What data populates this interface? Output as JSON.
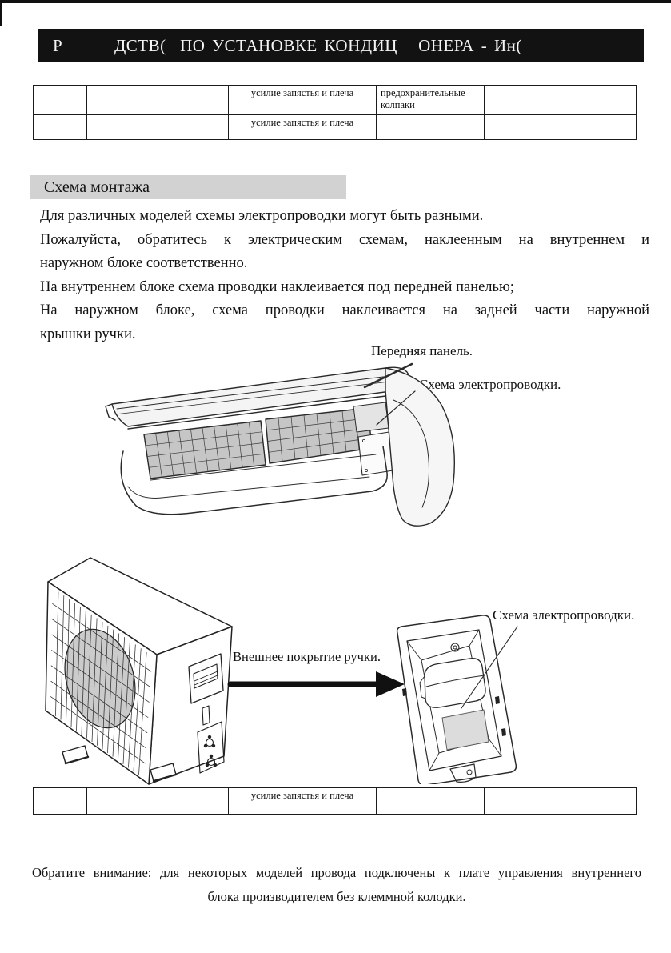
{
  "colors": {
    "header_bg": "#121212",
    "header_text": "#f4f4f4",
    "section_bg": "#d2d2d2",
    "sticker_gray": "#dcdcdc",
    "fan_gray": "#cbcbcb",
    "filter_gray": "#c6c6c6"
  },
  "header": {
    "part1": "Р",
    "part2": "ДСТВ(  ПО УСТАНОВКЕ КОНДИЦ   ОНЕРА - Ин("
  },
  "table_top": {
    "rows": [
      {
        "c1": "",
        "c2": "",
        "c3": "усилие запястья и плеча",
        "c4": "предохранительные колпаки",
        "c5": ""
      },
      {
        "c1": "",
        "c2": "",
        "c3": "усилие запястья и плеча",
        "c4": "",
        "c5": ""
      }
    ]
  },
  "section": {
    "title": "Схема монтажа"
  },
  "intro": {
    "lines": [
      {
        "text": "Для различных моделей схемы электропроводки могут быть разными."
      },
      {
        "text": "Пожалуйста, обратитесь к электрическим схемам, наклеенным на внутреннем и"
      },
      {
        "text": "наружном блоке соответственно."
      },
      {
        "text": "На внутреннем блоке схема проводки наклеивается под передней панелью;"
      },
      {
        "text": "На наружном блоке, схема проводки наклеивается на задней части наружной"
      },
      {
        "text": "крышки ручки."
      }
    ]
  },
  "diagrams": {
    "indoor": {
      "front_panel_label": "Передняя панель.",
      "wiring_label": "Схема электропроводки."
    },
    "outdoor": {
      "handle_label": "Внешнее покрытие ручки.",
      "wiring_label": "Схема электропроводки."
    }
  },
  "table_bottom": {
    "rows": [
      {
        "c1": "",
        "c2": "",
        "c3": "усилие запястья и плеча",
        "c4": "",
        "c5": ""
      }
    ]
  },
  "note": {
    "line1": "Обратите внимание: для некоторых моделей провода подключены к плате управления внутреннего",
    "line2": "блока производителем без клеммной колодки."
  }
}
